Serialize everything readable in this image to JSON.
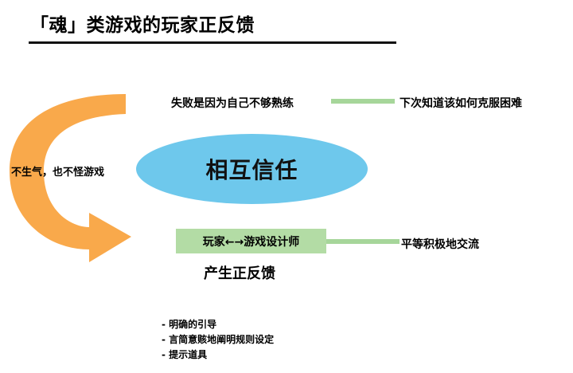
{
  "title": "「魂」类游戏的玩家正反馈",
  "cause_text": "失败是因为自己不够熟练",
  "lesson_text": "下次知道该如何克服困难",
  "loop_label": "不生气，也不怪游戏",
  "center_text": "相互信任",
  "player_designer": "玩家←→游戏设计师",
  "equal_text": "平等积极地交流",
  "produce_text": "产生正反馈",
  "bullets": [
    "- 明确的引导",
    "- 言简意赅地阐明规则设定",
    "- 提示道具"
  ],
  "colors": {
    "arrow": "#f9a94b",
    "ellipse": "#6ec8ec",
    "green_box": "#b3dca5",
    "green_line": "#a6d69a"
  }
}
